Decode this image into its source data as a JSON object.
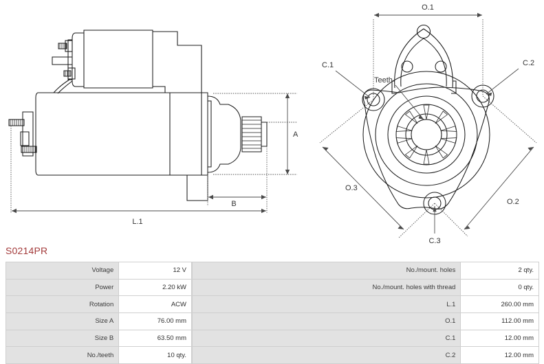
{
  "part_number": "S0214PR",
  "accent_color": "#a33a3a",
  "drawings": {
    "side_view": {
      "name": "starter-motor-side-view",
      "dimension_labels": [
        "A",
        "B",
        "L.1"
      ]
    },
    "front_view": {
      "name": "starter-motor-mounting-front-view",
      "dimension_labels": [
        "O.1",
        "O.2",
        "O.3",
        "C.1",
        "C.2",
        "C.3"
      ],
      "annotation": "Teeth"
    },
    "labels": {
      "A": "A",
      "B": "B",
      "L1": "L.1",
      "O1": "O.1",
      "O2": "O.2",
      "O3": "O.3",
      "C1": "C.1",
      "C2": "C.2",
      "C3": "C.3",
      "teeth": "Teeth"
    }
  },
  "specs_left": [
    {
      "label": "Voltage",
      "value": "12 V"
    },
    {
      "label": "Power",
      "value": "2.20 kW"
    },
    {
      "label": "Rotation",
      "value": "ACW"
    },
    {
      "label": "Size A",
      "value": "76.00 mm"
    },
    {
      "label": "Size B",
      "value": "63.50 mm"
    },
    {
      "label": "No./teeth",
      "value": "10 qty."
    }
  ],
  "specs_right": [
    {
      "label": "No./mount. holes",
      "value": "2 qty."
    },
    {
      "label": "No./mount. holes with thread",
      "value": "0 qty."
    },
    {
      "label": "L.1",
      "value": "260.00 mm"
    },
    {
      "label": "O.1",
      "value": "112.00 mm"
    },
    {
      "label": "C.1",
      "value": "12.00 mm"
    },
    {
      "label": "C.2",
      "value": "12.00 mm"
    }
  ]
}
